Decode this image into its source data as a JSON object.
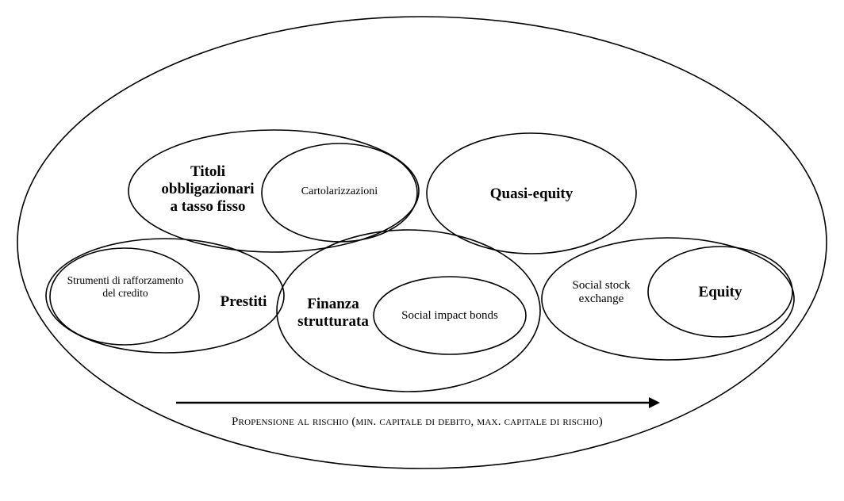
{
  "diagram": {
    "outer_label": "",
    "groups": {
      "titoli": {
        "label": "Titoli obbligazionari a tasso fisso",
        "inner": "Cartolarizzazioni"
      },
      "quasi_equity": {
        "label": "Quasi-equity"
      },
      "prestiti": {
        "label": "Prestiti",
        "inner": "Strumenti di rafforzamento del credito"
      },
      "finanza": {
        "label": "Finanza strutturata",
        "inner": "Social impact bonds"
      },
      "equity": {
        "label": "Equity",
        "outer": "Social stock exchange"
      }
    },
    "axis_caption": "Propensione al rischio (min. capitale di debito, max. capitale di rischio)"
  }
}
